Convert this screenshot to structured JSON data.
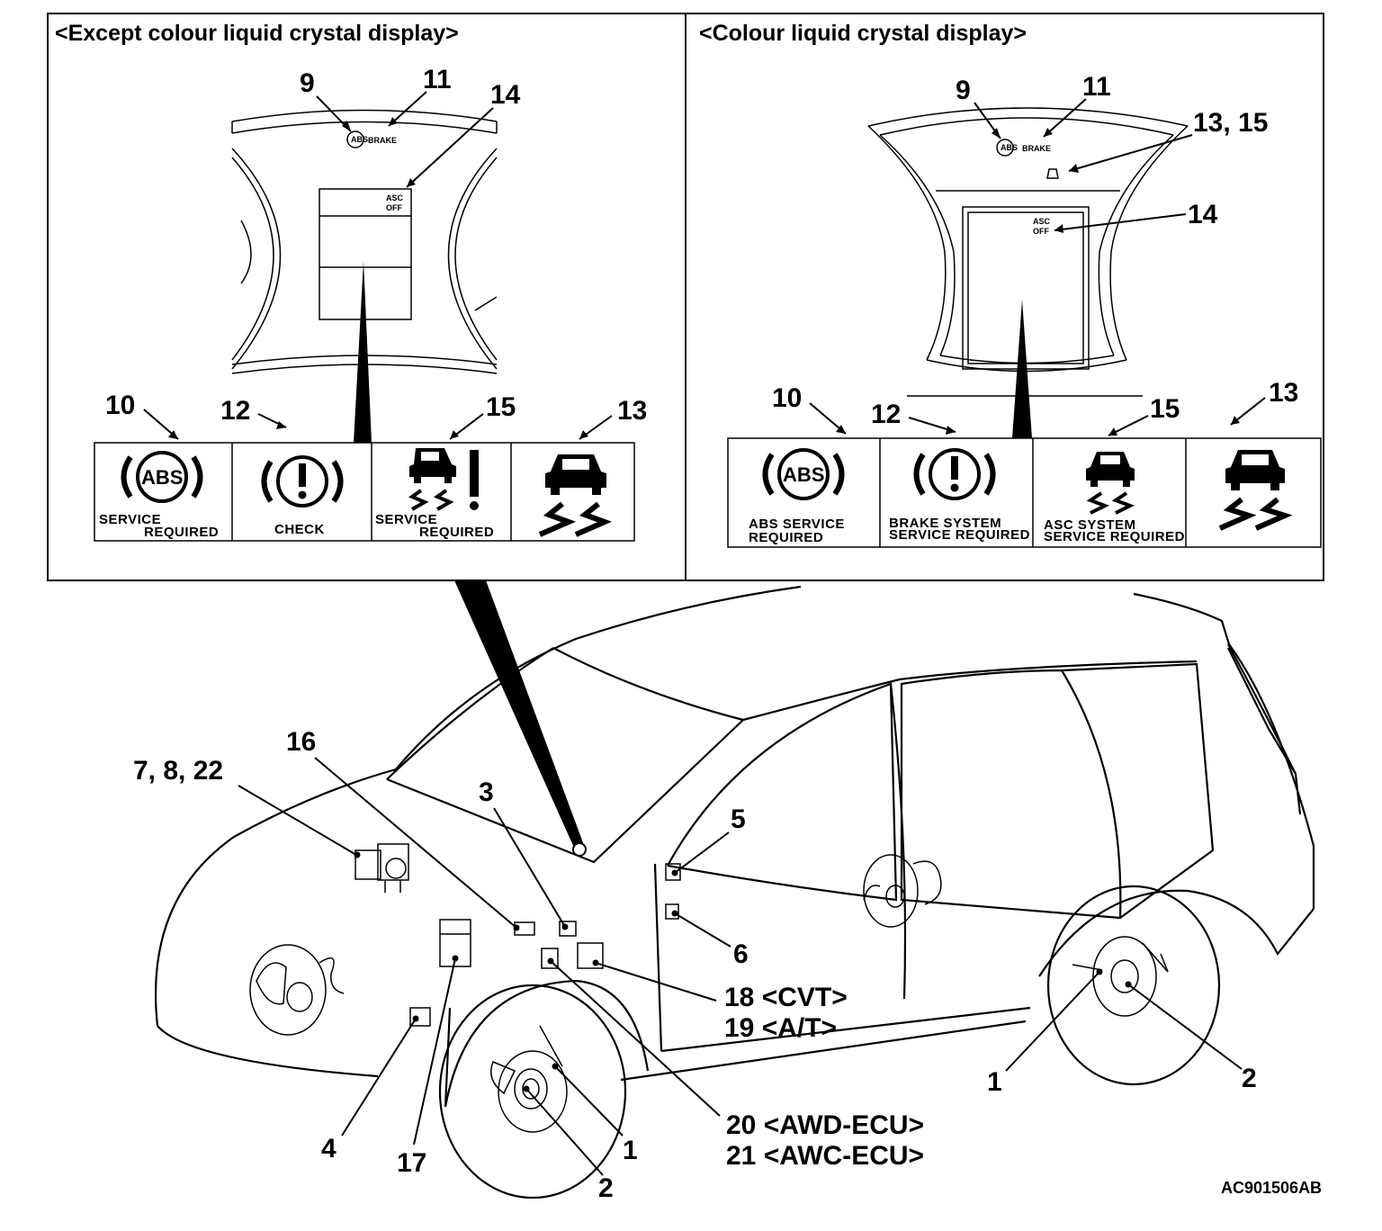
{
  "panels": {
    "left_title": "<Except colour liquid crystal display>",
    "right_title": "<Colour liquid crystal display>"
  },
  "cluster_left": {
    "abs_small": "ABS",
    "brake_small": "BRAKE",
    "asc_line1": "ASC",
    "asc_line2": "OFF"
  },
  "cluster_right": {
    "abs_small": "ABS",
    "brake_small": "BRAKE",
    "asc_line1": "ASC",
    "asc_line2": "OFF"
  },
  "callouts_left": {
    "n9": "9",
    "n11": "11",
    "n14": "14",
    "n10": "10",
    "n12": "12",
    "n15": "15",
    "n13": "13"
  },
  "callouts_right": {
    "n9": "9",
    "n11": "11",
    "n13_15": "13, 15",
    "n14": "14",
    "n10": "10",
    "n12": "12",
    "n15": "15",
    "n13": "13"
  },
  "warning_left": {
    "abs_icon": "ABS",
    "abs_line1": "SERVICE",
    "abs_line2": "REQUIRED",
    "brake_text": "CHECK",
    "asc_line1": "SERVICE",
    "asc_line2": "REQUIRED"
  },
  "warning_right": {
    "abs_icon": "ABS",
    "abs_line1": "ABS SERVICE",
    "abs_line2": "REQUIRED",
    "brake_line1": "BRAKE SYSTEM",
    "brake_line2": "SERVICE REQUIRED",
    "asc_line1": "ASC SYSTEM",
    "asc_line2": "SERVICE REQUIRED"
  },
  "car_labels": {
    "l_7_8_22": "7, 8, 22",
    "l_16": "16",
    "l_3": "3",
    "l_5": "5",
    "l_6": "6",
    "l_18": "18 <CVT>",
    "l_19": "19 <A/T>",
    "l_20": "20 <AWD-ECU>",
    "l_21": "21 <AWC-ECU>",
    "l_4": "4",
    "l_17": "17",
    "l_1_front": "1",
    "l_2_front": "2",
    "l_1_rear": "1",
    "l_2_rear": "2"
  },
  "figure_code": "AC901506AB"
}
